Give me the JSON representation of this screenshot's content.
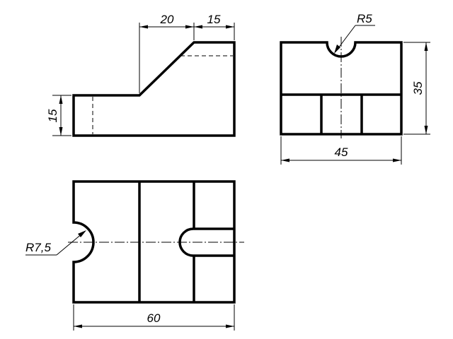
{
  "front_view": {
    "dims": {
      "slope_width": "20",
      "top_width": "15",
      "base_height": "15"
    }
  },
  "side_view": {
    "dims": {
      "radius": "R5",
      "height": "35",
      "width": "45"
    }
  },
  "top_view": {
    "dims": {
      "radius": "R7,5",
      "length": "60"
    }
  }
}
